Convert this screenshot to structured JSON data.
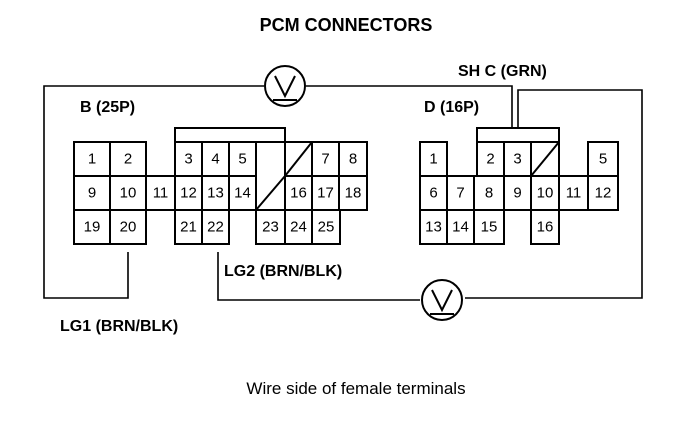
{
  "title": "PCM CONNECTORS",
  "footer": "Wire side of female terminals",
  "connector_b": {
    "label": "B (25P)",
    "pins": [
      "1",
      "2",
      "3",
      "4",
      "5",
      "7",
      "8",
      "9",
      "10",
      "11",
      "12",
      "13",
      "14",
      "16",
      "17",
      "18",
      "19",
      "20",
      "21",
      "22",
      "23",
      "24",
      "25"
    ]
  },
  "connector_d": {
    "label": "D (16P)",
    "pins": [
      "1",
      "2",
      "3",
      "5",
      "6",
      "7",
      "8",
      "9",
      "10",
      "11",
      "12",
      "13",
      "14",
      "15",
      "16"
    ]
  },
  "wires": {
    "shc": "SH C (GRN)",
    "lg1": "LG1 (BRN/BLK)",
    "lg2": "LG2 (BRN/BLK)"
  },
  "meter_icon": "voltmeter-icon"
}
